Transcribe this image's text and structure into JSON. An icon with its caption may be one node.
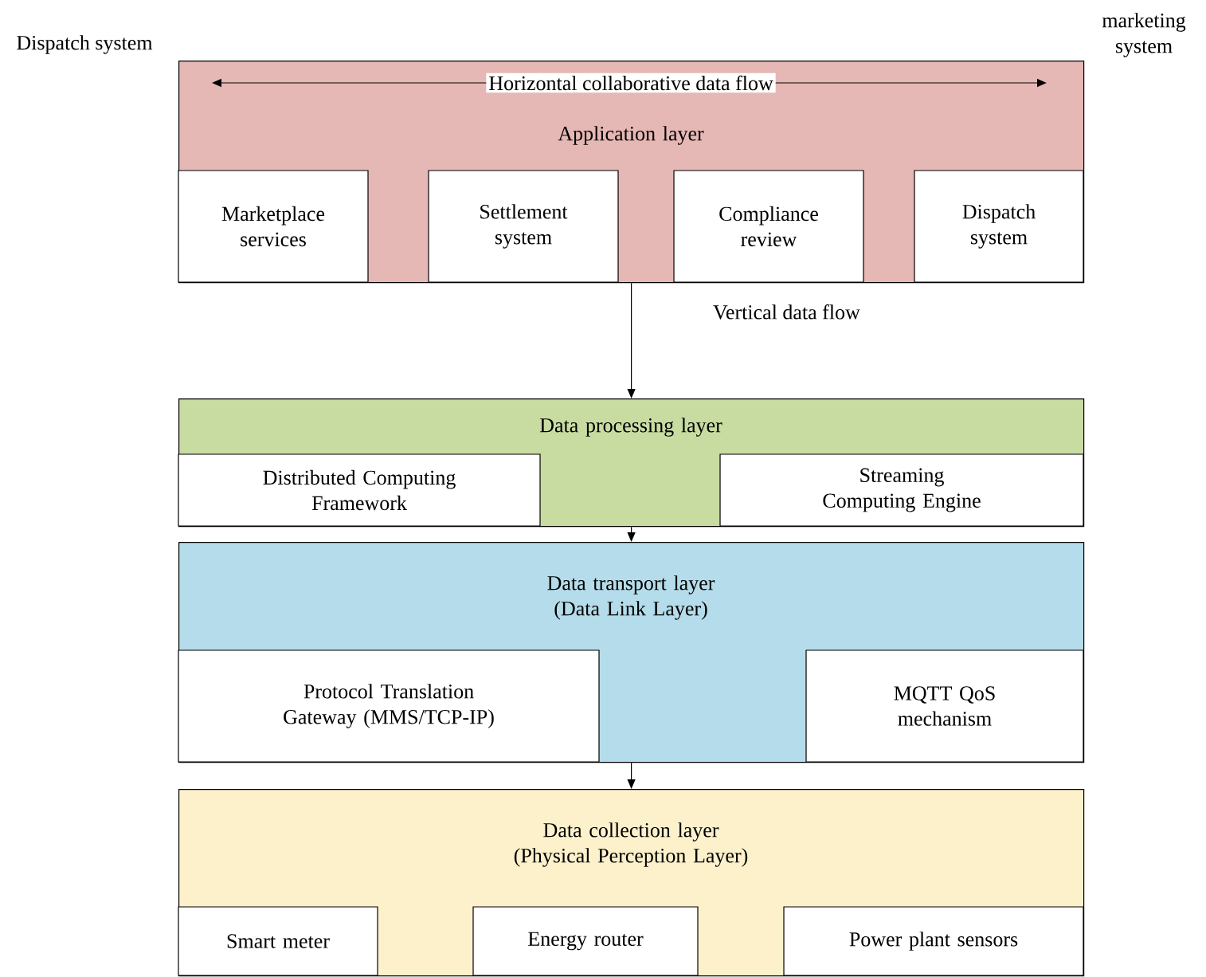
{
  "diagram": {
    "nodes": [
      {
        "text": [
          "Application layer"
        ]
      },
      {
        "text": [
          "Marketplace services"
        ],
        "in": 0
      },
      {
        "text": [
          "Settlement system"
        ],
        "in": 0
      },
      {
        "text": [
          "Compliance review"
        ],
        "in": 0
      },
      {
        "text": [
          "Dispatch system"
        ],
        "in": 0
      },
      {
        "text": [
          "Data processing layer"
        ]
      },
      {
        "text": [
          "Distributed Computing Framework"
        ],
        "in": 5
      },
      {
        "text": [
          "Streaming Computing Engine"
        ],
        "in": 5
      },
      {
        "text": [
          "Data transport layer (Data Link Layer)"
        ]
      },
      {
        "text": [
          "Protocol Translation Gateway (MMS/TCP-IP)"
        ],
        "in": 8
      },
      {
        "text": [
          "MQTT QoS mechanism"
        ],
        "in": 8
      },
      {
        "text": [
          "Data collection layer (Physical Perception Layer)"
        ]
      },
      {
        "text": [
          "Smart meter"
        ],
        "in": 11
      },
      {
        "text": [
          "Energy router"
        ],
        "in": 11
      },
      {
        "text": [
          "Power plant sensors"
        ],
        "in": 11
      }
    ],
    "edges": [
      {
        "from": 0,
        "to": 5,
        "arrow": "to",
        "label": "Vertical data flow"
      },
      {
        "from": 5,
        "to": 8,
        "arrow": "to"
      },
      {
        "from": 8,
        "to": 11,
        "arrow": "to"
      }
    ],
    "labels": [
      "Dispatch system",
      "marketing system",
      "Horizontal collaborative data flow"
    ]
  }
}
